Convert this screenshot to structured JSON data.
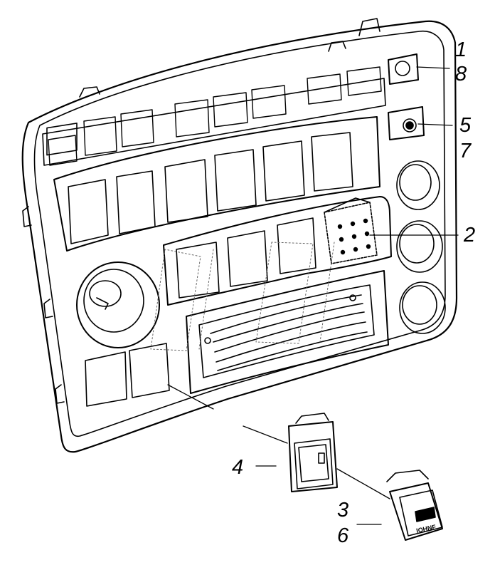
{
  "callouts": {
    "c1": "1",
    "c8": "8",
    "c5": "5",
    "c7": "7",
    "c2": "2",
    "c4": "4",
    "c3": "3",
    "c6": "6"
  },
  "switch_face_text": "IOHNF",
  "line_color": "#000000",
  "background": "#ffffff"
}
